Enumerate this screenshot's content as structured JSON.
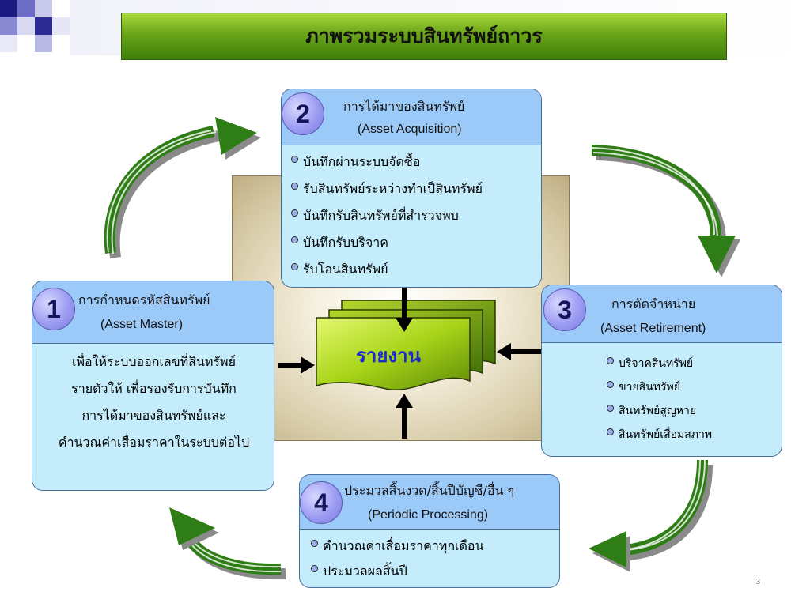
{
  "title": "ภาพรวมระบบสินทรัพย์ถาวร",
  "report": {
    "label": "รายงาน"
  },
  "box1": {
    "number": "1",
    "title": "การกำหนดรหัสสินทรัพย์",
    "subtitle": "(Asset Master)",
    "lines": [
      "เพื่อให้ระบบออกเลขที่สินทรัพย์",
      "รายตัวให้ เพื่อรองรับการบันทึก",
      "การได้มาของสินทรัพย์และ",
      "คำนวณค่าเสื่อมราคาในระบบต่อไป"
    ]
  },
  "box2": {
    "number": "2",
    "title": "การได้มาของสินทรัพย์",
    "subtitle": "(Asset Acquisition)",
    "items": [
      "บันทึกผ่านระบบจัดซื้อ",
      "รับสินทรัพย์ระหว่างทำเป็สินทรัพย์",
      "บันทึกรับสินทรัพย์ที่สำรวจพบ",
      "บันทึกรับบริจาค",
      "รับโอนสินทรัพย์"
    ]
  },
  "box3": {
    "number": "3",
    "title": "การตัดจำหน่าย",
    "subtitle": "(Asset Retirement)",
    "items": [
      "บริจาคสินทรัพย์",
      "ขายสินทรัพย์",
      "สินทรัพย์สูญหาย",
      "สินทรัพย์เสื่อมสภาพ"
    ]
  },
  "box4": {
    "number": "4",
    "title": "ประมวลสิ้นงวด/สิ้นปีบัญชี/อื่น ๆ",
    "subtitle": "(Periodic Processing)",
    "items": [
      "คำนวณค่าเสื่อมราคาทุกเดือน",
      "ประมวลผลสิ้นปี"
    ]
  },
  "page_number": "3",
  "colors": {
    "title_green": "#6aa418",
    "box_header": "#9ccaf8",
    "box_body": "#c4ecfa",
    "arrow_green": "#2f7d16",
    "report_green": "#9ccc10",
    "number_circle": "#9c9cf2"
  }
}
